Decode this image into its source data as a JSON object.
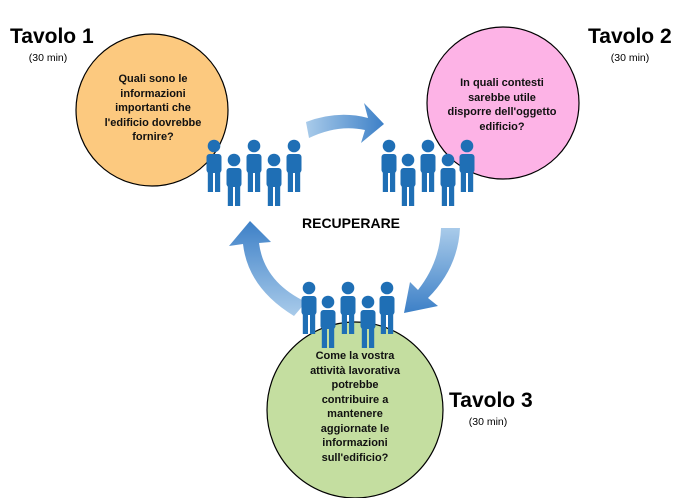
{
  "center_label": "RECUPERARE",
  "tables": [
    {
      "title": "Tavolo 1",
      "duration": "(30 min)",
      "color": "#FCC97F",
      "question_lines": [
        "Quali sono le",
        "informazioni",
        "importanti che",
        "l'edificio dovrebbe",
        "fornire?"
      ]
    },
    {
      "title": "Tavolo 2",
      "duration": "(30 min)",
      "color": "#FDB3E6",
      "question_lines": [
        "In quali contesti",
        "sarebbe utile",
        "disporre dell'oggetto",
        "edificio?"
      ]
    },
    {
      "title": "Tavolo 3",
      "duration": "(30 min)",
      "color": "#C4DEA0",
      "question_lines": [
        "Come la vostra",
        "attività lavorativa",
        "potrebbe",
        "contribuire a",
        "mantenere",
        "aggiornate le",
        "informazioni",
        "sull'edificio?"
      ]
    }
  ],
  "colors": {
    "circle_stroke": "#000000",
    "people": "#1F6FB5",
    "arrow_light": "#A9CBEA",
    "arrow_dark": "#3D80C7"
  },
  "icons": [
    "person-group-icon",
    "curved-arrow-icon"
  ]
}
